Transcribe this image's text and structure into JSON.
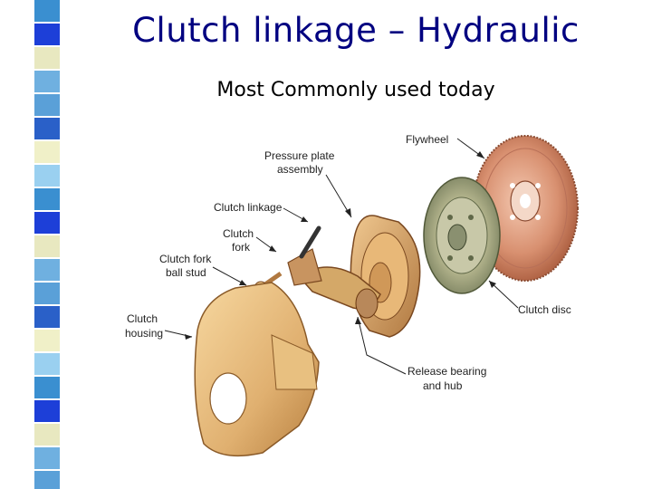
{
  "slide": {
    "title": "Clutch linkage – Hydraulic",
    "subtitle": "Most Commonly used today"
  },
  "diagram": {
    "labels": {
      "flywheel": "Flywheel",
      "pressure_plate_1": "Pressure plate",
      "pressure_plate_2": "assembly",
      "clutch_linkage": "Clutch linkage",
      "clutch_fork_1": "Clutch",
      "clutch_fork_2": "fork",
      "fork_ball_stud_1": "Clutch fork",
      "fork_ball_stud_2": "ball stud",
      "clutch_housing_1": "Clutch",
      "clutch_housing_2": "housing",
      "clutch_disc": "Clutch disc",
      "release_bearing_1": "Release bearing",
      "release_bearing_2": "and hub"
    }
  },
  "colors": {
    "title": "#000080",
    "stripe_colors": [
      "#3a8fd0",
      "#6fb0e0",
      "#f0f0c8",
      "#1d3fd8",
      "#5aa0d8",
      "#9ad0f0",
      "#e8e8c0",
      "#2a60c8"
    ]
  }
}
